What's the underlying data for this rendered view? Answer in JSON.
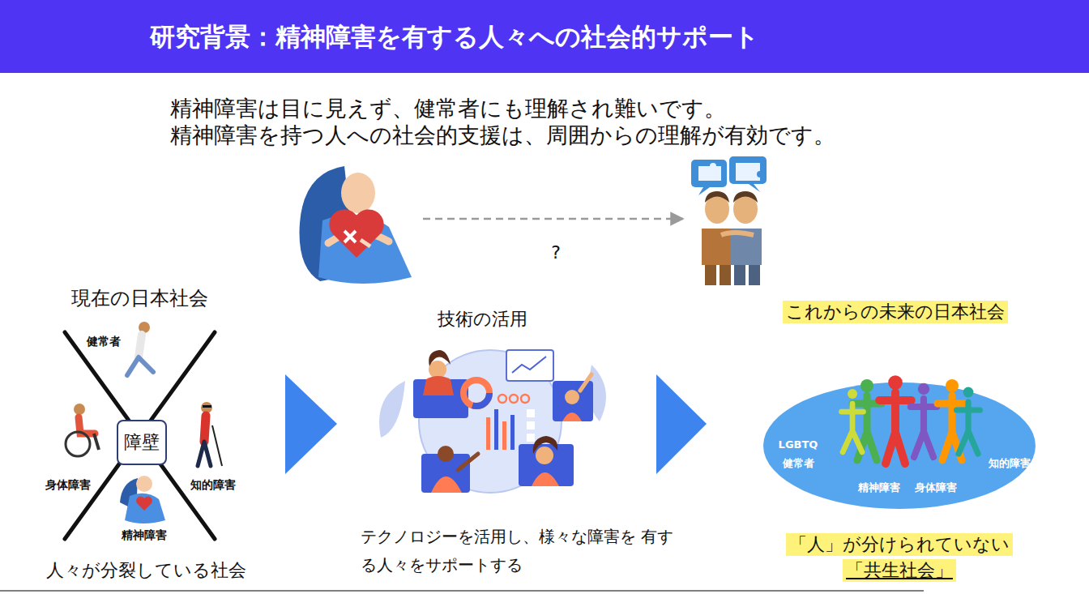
{
  "diagram": {
    "title": "研究背景：精神障害を有する人々への社会的サポート",
    "nodes": [
      {
        "text": [
          "障壁"
        ]
      },
      {
        "text": [
          "LGBTQ",
          "健常者",
          "知的障害",
          "精神障害",
          "身体障害"
        ]
      }
    ],
    "labels": [
      "精神障害は目に見えず、健常者にも理解され難いです。",
      "精神障害を持つ人への社会的支援は、周囲からの理解が有効です。",
      "?",
      "現在の日本社会",
      "健常者",
      "身体障害",
      "知的障害",
      "精神障害",
      "人々が分裂している社会",
      "技術の活用",
      "テクノロジーを活用し、様々な障害を 有する人々をサポートする",
      "これからの未来の日本社会",
      "「人」が分けられていない",
      "「共生社会」"
    ]
  }
}
